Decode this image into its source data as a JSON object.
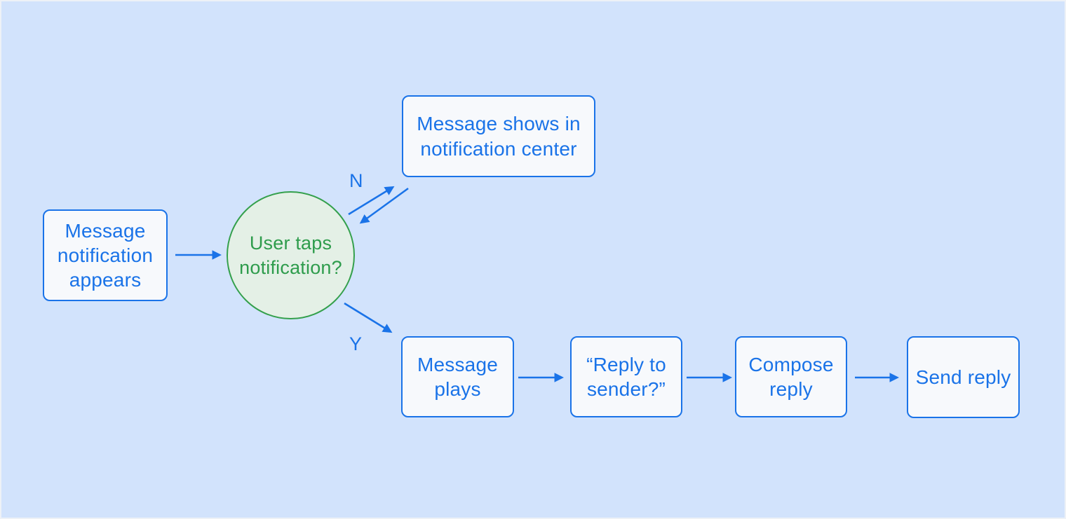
{
  "palette": {
    "background": "#d2e3fc",
    "blue_stroke": "#1a73e8",
    "blue_text": "#1a73e8",
    "box_fill": "#f7f9fc",
    "green_stroke": "#34a04c",
    "green_text": "#2e9c4c",
    "green_fill": "#e4f0e6"
  },
  "nodes": {
    "start": {
      "type": "process",
      "label": "Message notification appears"
    },
    "decision": {
      "type": "decision",
      "label": "User taps notification?"
    },
    "notif_center": {
      "type": "process",
      "label": "Message shows in notification center"
    },
    "plays": {
      "type": "process",
      "label": "Message plays"
    },
    "reply_prompt": {
      "type": "process",
      "label": "“Reply to sender?”"
    },
    "compose": {
      "type": "process",
      "label": "Compose reply"
    },
    "send": {
      "type": "process",
      "label": "Send reply"
    }
  },
  "branch_labels": {
    "no": "N",
    "yes": "Y"
  }
}
